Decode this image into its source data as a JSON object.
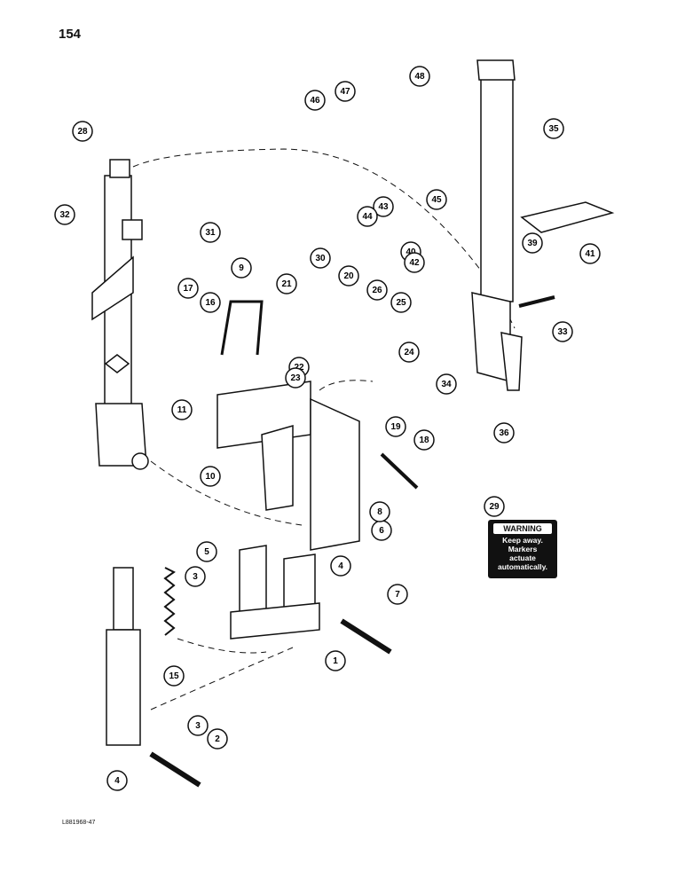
{
  "page_number": "154",
  "drawing_code": "L881968-47",
  "warning_decal": {
    "header": "WARNING",
    "lines": [
      "Keep away.",
      "Markers",
      "actuate",
      "automatically."
    ]
  },
  "callouts": [
    "1",
    "2",
    "3",
    "3",
    "4",
    "4",
    "5",
    "6",
    "7",
    "8",
    "9",
    "10",
    "11",
    "15",
    "16",
    "17",
    "18",
    "19",
    "20",
    "21",
    "22",
    "23",
    "24",
    "25",
    "26",
    "28",
    "29",
    "30",
    "31",
    "32",
    "33",
    "34",
    "35",
    "36",
    "39",
    "40",
    "41",
    "42",
    "43",
    "44",
    "45",
    "46",
    "47",
    "48"
  ]
}
